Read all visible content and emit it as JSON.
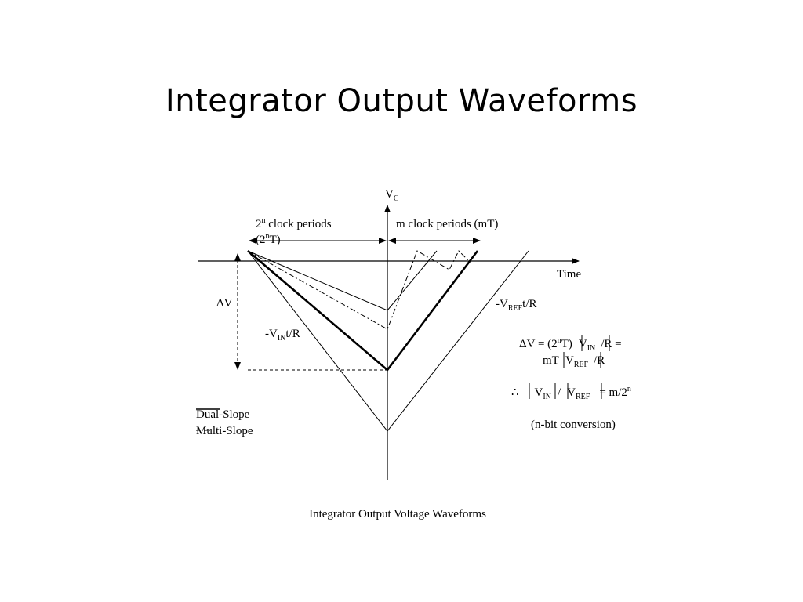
{
  "title": "Integrator Output Waveforms",
  "axis": {
    "y_label": "V",
    "y_sub": "C",
    "x_label": "Time"
  },
  "periods": {
    "left_prefix": "2",
    "left_sup": "n",
    "left_rest": " clock periods",
    "left_line2_open": "(2",
    "left_line2_sup": "n",
    "left_line2_close": "T)",
    "right": "m clock periods (mT)"
  },
  "delta_v": "ΔV",
  "slopes": {
    "vin_prefix": "-V",
    "vin_sub": "IN",
    "vin_suffix": "t/R",
    "vref_prefix": "-V",
    "vref_sub": "REF",
    "vref_suffix": "t/R"
  },
  "equations": {
    "eq1_a": "ΔV = (2",
    "eq1_sup": "n",
    "eq1_b": "T)",
    "eq1_c": "V",
    "eq1_sub": "IN",
    "eq1_d": "/R =",
    "eq2_a": "mT",
    "eq2_b": "V",
    "eq2_sub": "REF",
    "eq2_c": "/R",
    "eq3_therefore": "∴",
    "eq3_a": "V",
    "eq3_sub1": "IN",
    "eq3_slash": "/",
    "eq3_b": "V",
    "eq3_sub2": "REF",
    "eq3_c": "= m/2",
    "eq3_sup": "n",
    "eq4": "(n-bit conversion)"
  },
  "legend": [
    {
      "label": "Dual-Slope"
    },
    {
      "label": "Multi-Slope"
    }
  ],
  "caption": "Integrator Output Voltage Waveforms"
}
